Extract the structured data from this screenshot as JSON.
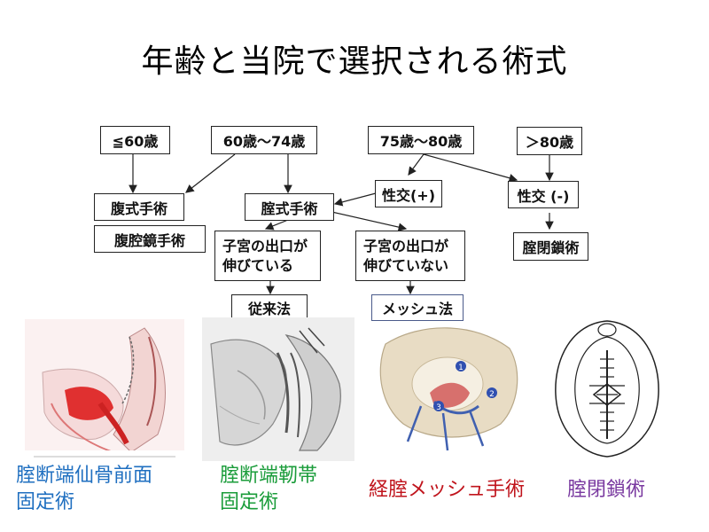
{
  "title": "年齢と当院で選択される術式",
  "boxes": {
    "age_le60": "≦60歳",
    "age_60_74": "60歳～74歳",
    "age_75_80": "75歳～80歳",
    "age_gt80": "＞80歳",
    "abdominal": "腹式手術",
    "laparoscopic": "腹腔鏡手術",
    "vaginal": "腟式手術",
    "sex_yes": "性交(+)",
    "sex_no": "性交 (-)",
    "uterus_extended": "子宮の出口が\n伸びている",
    "uterus_not_extended": "子宮の出口が\n伸びていない",
    "colpocleisis_box": "腟閉鎖術",
    "conventional": "従来法",
    "mesh": "メッシュ法"
  },
  "captions": {
    "sacrocolpopexy": "腟断端仙骨前面\n固定術",
    "ligament_fixation": "腟断端靭帯\n固定術",
    "transvaginal_mesh": "経腟メッシュ手術",
    "colpocleisis": "腟閉鎖術"
  },
  "caption_colors": {
    "sacrocolpopexy": "#1f6fc0",
    "ligament_fixation": "#1a9c3a",
    "transvaginal_mesh": "#c0141c",
    "colpocleisis": "#7a3aa0"
  },
  "illustration_labels": {
    "mesh_arm_1": "1",
    "mesh_arm_2": "2",
    "mesh_arm_3": "3"
  }
}
